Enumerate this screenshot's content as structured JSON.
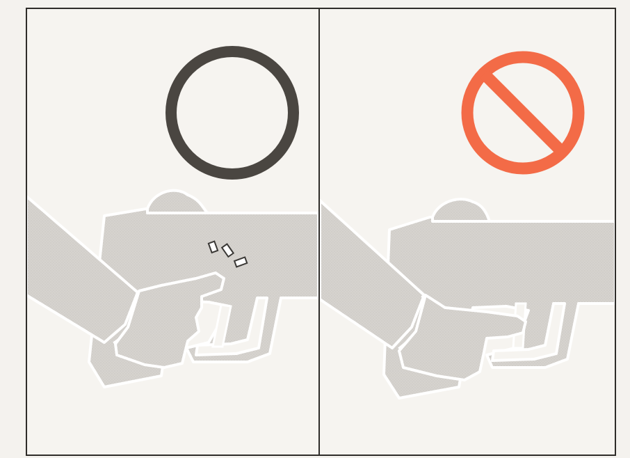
{
  "panels": [
    {
      "id": "correct",
      "symbol": "circle-ok-icon",
      "symbol_color": "#4a4641",
      "depicts": "hand-on-grip-index-finger-outside-trigger"
    },
    {
      "id": "incorrect",
      "symbol": "prohibition-icon",
      "symbol_color": "#f36b47",
      "depicts": "hand-with-finger-on-trigger"
    }
  ],
  "colors": {
    "background": "#f4f2ee",
    "frame": "#2e2c29",
    "fill": "#d6d3cf",
    "outline": "#ffffff"
  }
}
